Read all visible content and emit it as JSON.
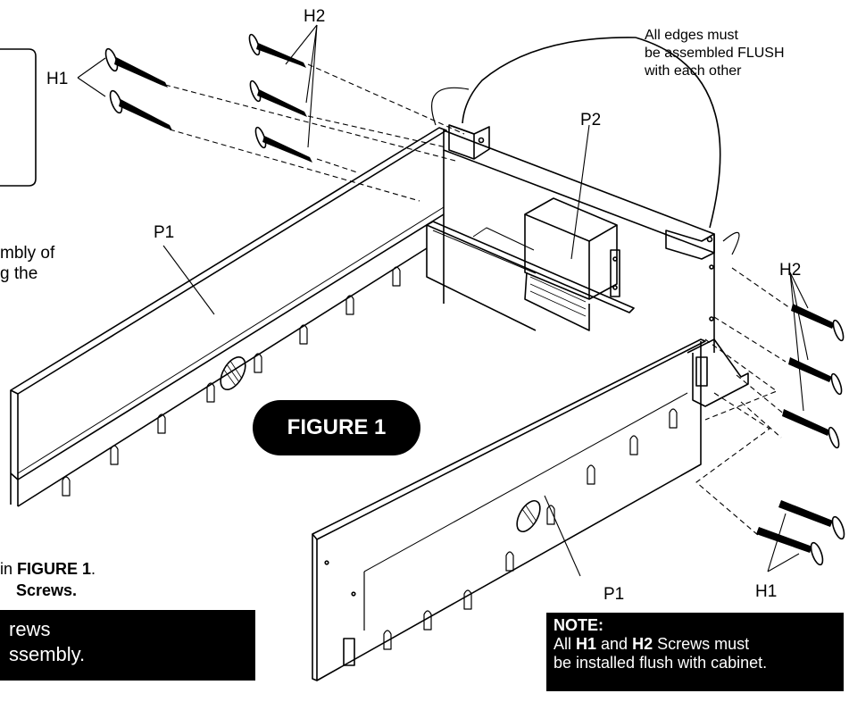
{
  "labels": {
    "h1_top": "H1",
    "h2_top": "H2",
    "h2_right": "H2",
    "h1_bottom": "H1",
    "p1_left": "P1",
    "p1_right": "P1",
    "p2": "P2"
  },
  "flush_callout": [
    "All edges must",
    "be assembled FLUSH",
    "with each other"
  ],
  "figure_badge": "FIGURE 1",
  "left_text": {
    "line1": "mbly of",
    "line2": "g the",
    "line3_prefix": "in ",
    "line3_bold": "FIGURE 1",
    "line3_suffix": ".",
    "line4": "Screws."
  },
  "left_box": [
    "rews",
    "ssembly."
  ],
  "note": {
    "title": "NOTE:",
    "line1_parts": [
      "All ",
      "H1",
      " and ",
      "H2",
      " Screws must"
    ],
    "line2": "be installed flush with cabinet."
  },
  "colors": {
    "ink": "#000000",
    "paper": "#ffffff"
  }
}
